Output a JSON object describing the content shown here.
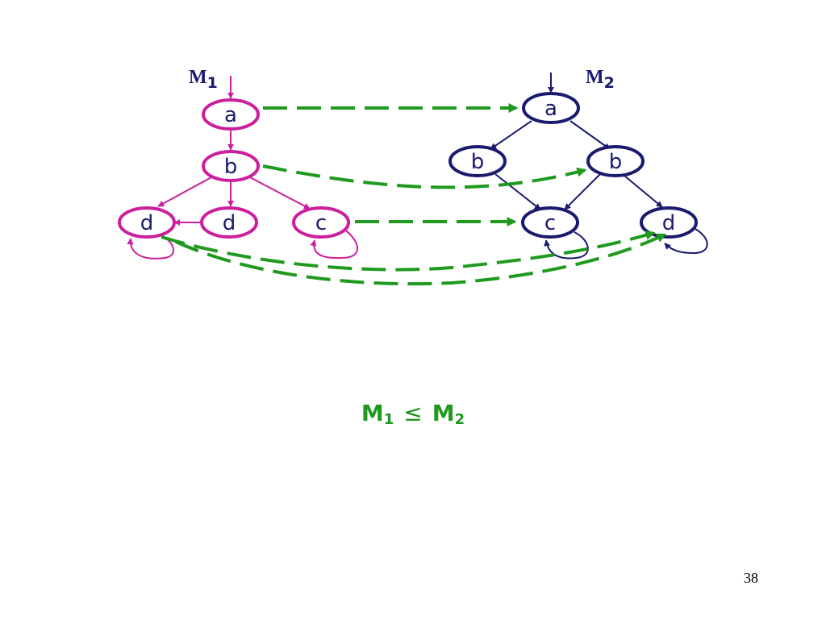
{
  "colors": {
    "m1": "#cc1f9d",
    "m2": "#1a1a6e",
    "simulation": "#1f9a1f"
  },
  "m1": {
    "name": "M",
    "subscript": "1",
    "nodes": {
      "a": "a",
      "b": "b",
      "d_left": "d",
      "d_mid": "d",
      "c": "c"
    }
  },
  "m2": {
    "name": "M",
    "subscript": "2",
    "nodes": {
      "a": "a",
      "b_left": "b",
      "b_right": "b",
      "c": "c",
      "d": "d"
    }
  },
  "relation": {
    "lhs": "M",
    "lhs_sub": "1",
    "operator": "≤",
    "rhs": "M",
    "rhs_sub": "2"
  },
  "page_number": "38"
}
